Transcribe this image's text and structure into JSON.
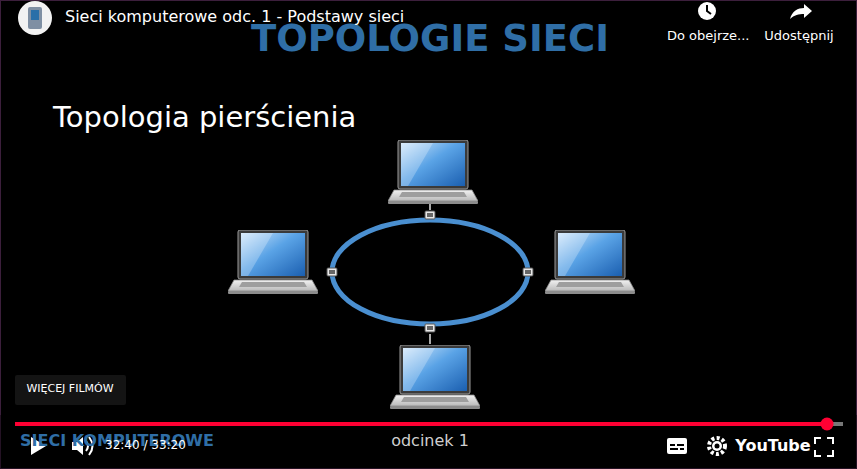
{
  "diagram": {
    "title": "TOPOLOGIE SIECI",
    "labels": [
      "Sieci komputerowe odc. 1 - Podstawy sieci",
      "Do obejrze...",
      "Udostępnij",
      "Topologia pierścienia",
      "WIĘCEJ FILMÓW",
      "SIECI KOMPUTEROWE",
      "odcinek 1",
      "32:40 / 33:20",
      "YouTube"
    ]
  }
}
